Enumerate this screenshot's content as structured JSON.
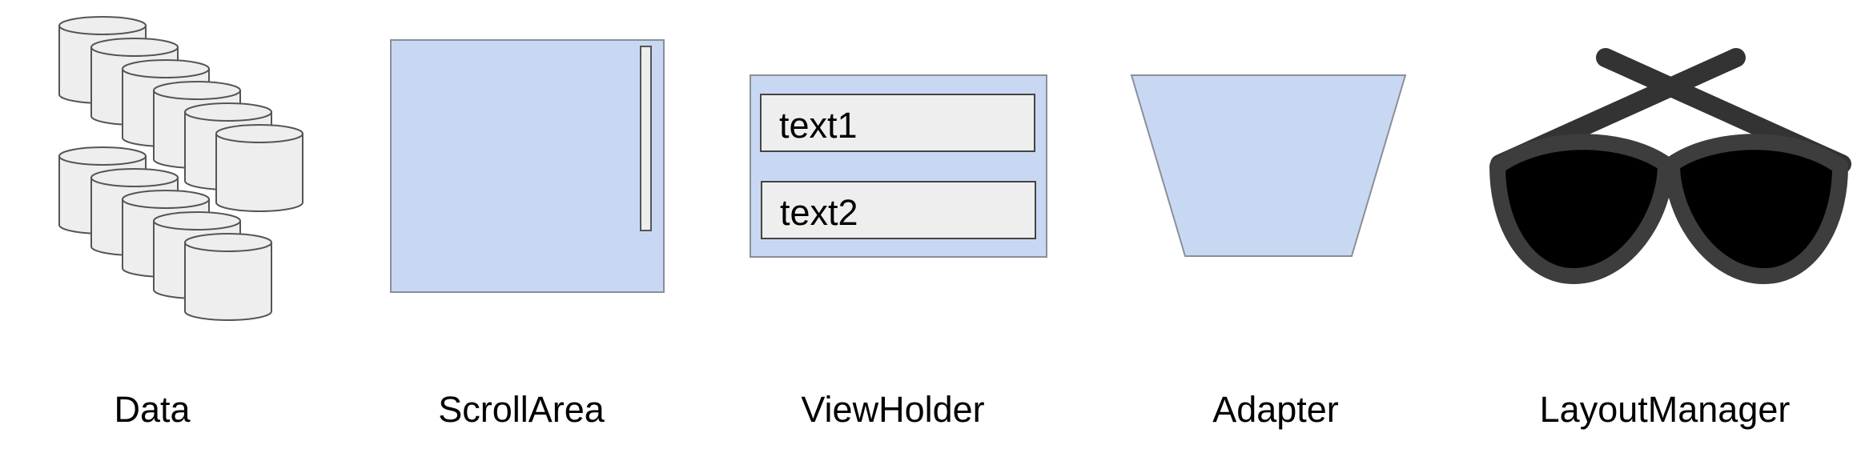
{
  "captions": {
    "data": "Data",
    "scroll_area": "ScrollArea",
    "view_holder": "ViewHolder",
    "adapter": "Adapter",
    "layout_manager": "LayoutManager"
  },
  "view_holder": {
    "field1": "text1",
    "field2": "text2"
  },
  "icons": {
    "data": "database-cylinders-icon",
    "layout_manager": "sunglasses-icon"
  },
  "colors": {
    "panel_fill": "#c9d8f2",
    "panel_stroke": "#8a8f99",
    "cylinder_fill": "#eeeeee",
    "cylinder_stroke": "#555555",
    "field_fill": "#eeeeee",
    "field_stroke": "#444444",
    "glasses_frame": "#3d3d3d",
    "glasses_lens": "#000000",
    "glasses_temple": "#333333"
  }
}
